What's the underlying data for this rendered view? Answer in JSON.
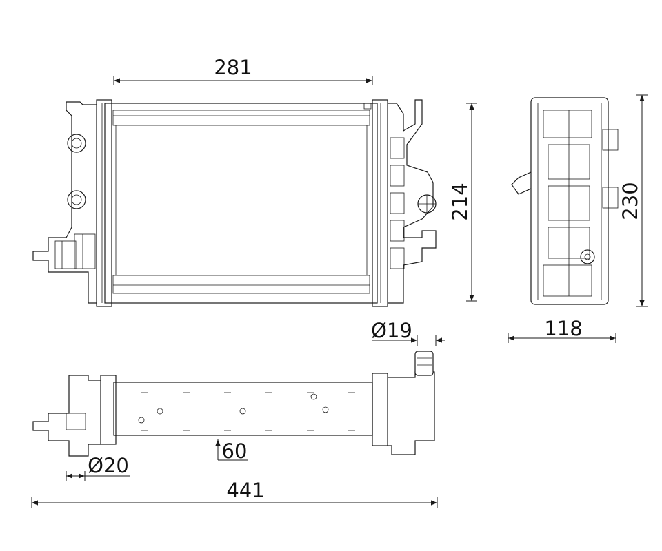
{
  "dimensions": {
    "core_width": "281",
    "core_height": "214",
    "side_height": "230",
    "side_width": "118",
    "outlet_diameter": "Ø19",
    "inlet_diameter": "Ø20",
    "core_depth": "60",
    "overall_length": "441"
  }
}
